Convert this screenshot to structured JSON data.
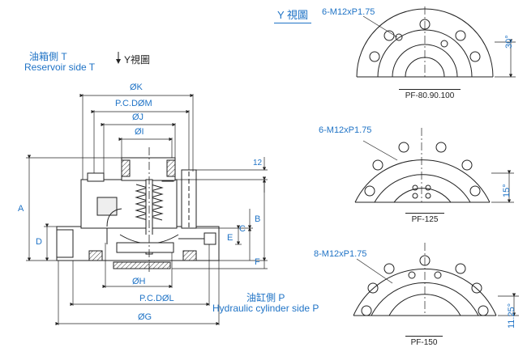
{
  "y_view_title": "Y 視圖",
  "reservoir": {
    "zh": "油箱側 T",
    "en": "Reservoir side T"
  },
  "y_view_arrow_label": "Y視圖",
  "hydraulic": {
    "zh": "油缸側 P",
    "en": "Hydraulic cylinder side P"
  },
  "dimensions": {
    "phi_k": "ØK",
    "pcd_m": "P.C.DØM",
    "phi_j": "ØJ",
    "phi_i": "ØI",
    "phi_h": "ØH",
    "pcd_l": "P.C.DØL",
    "phi_g": "ØG",
    "a": "A",
    "b": "B",
    "c": "C",
    "d": "D",
    "e": "E",
    "f": "F",
    "twelve": "12"
  },
  "views": [
    {
      "name": "PF-80.90.100",
      "thread": "6-M12xP1.75",
      "angle": "30°"
    },
    {
      "name": "PF-125",
      "thread": "6-M12xP1.75",
      "angle": "15°"
    },
    {
      "name": "PF-150",
      "thread": "8-M12xP1.75",
      "angle": "11.25°"
    }
  ]
}
